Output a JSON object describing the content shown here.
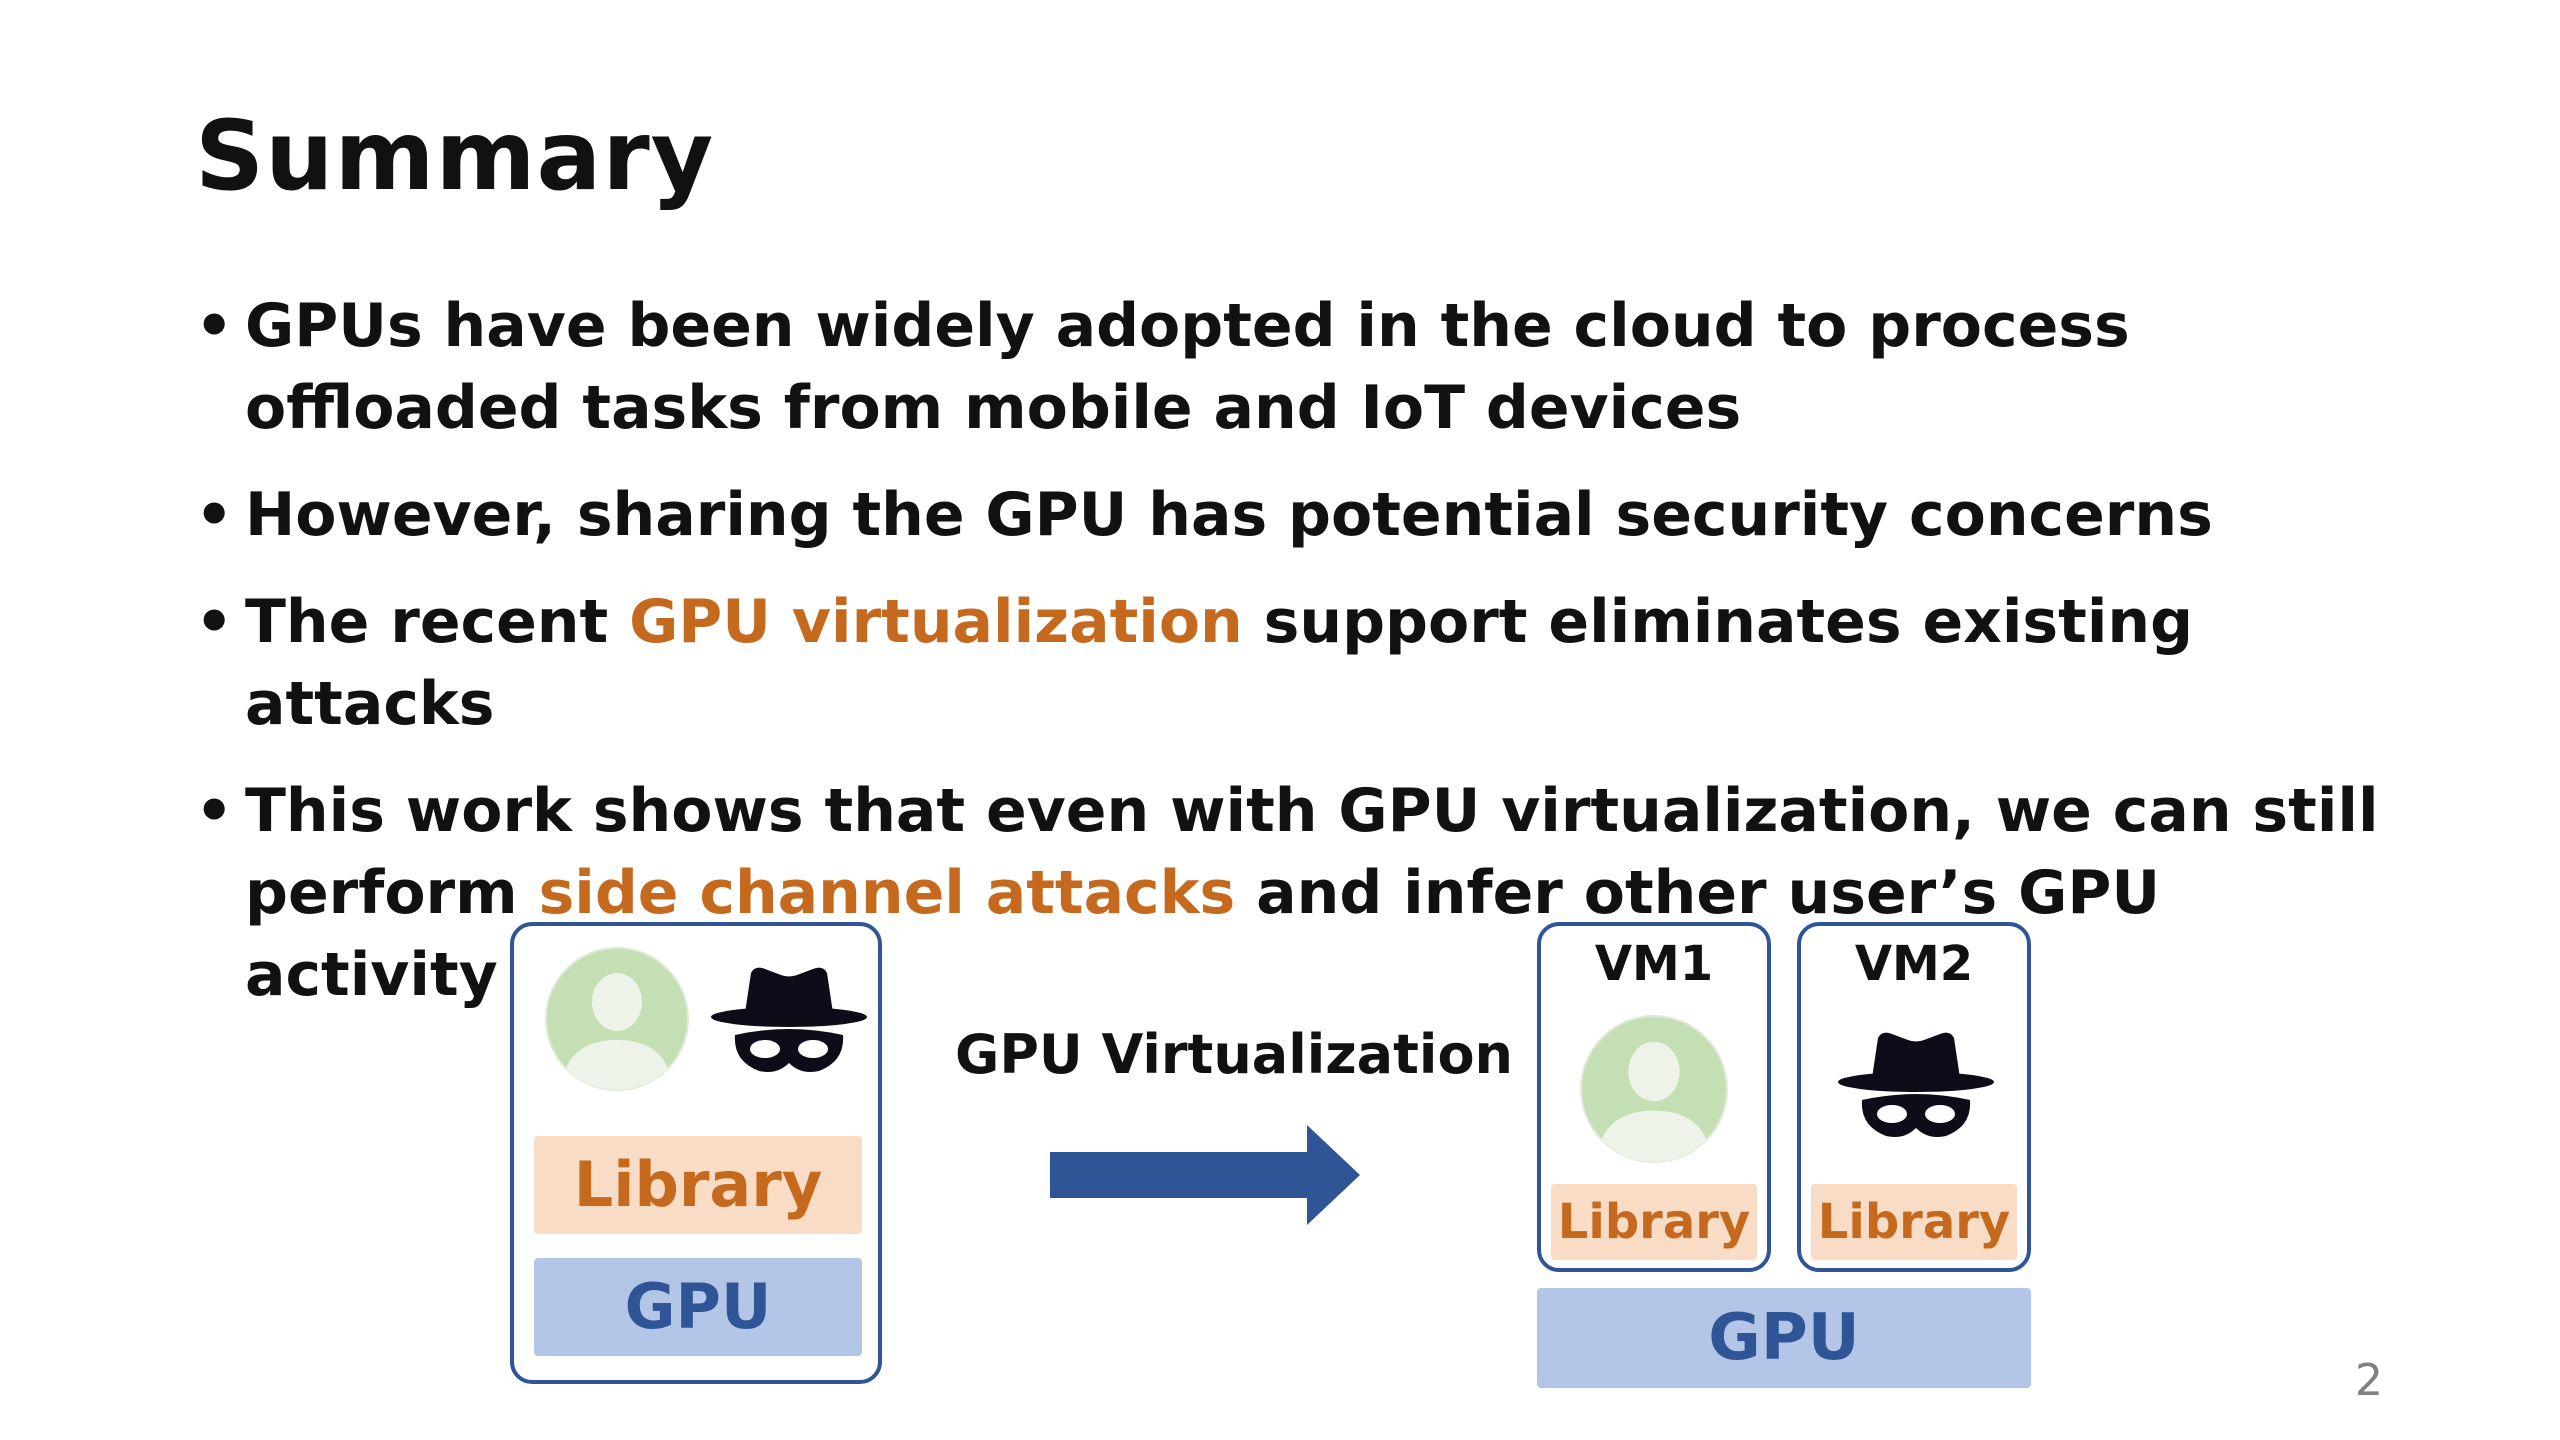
{
  "slide": {
    "title": "Summary",
    "bullets": [
      {
        "text": "GPUs have been widely adopted in the cloud to process offloaded tasks from mobile and IoT devices"
      },
      {
        "text": "However, sharing the GPU has potential security concerns"
      },
      {
        "before": "The recent ",
        "highlight": "GPU virtualization",
        "after": " support eliminates existing attacks"
      },
      {
        "before": "This work shows that even with GPU virtualization, we can still perform ",
        "highlight": "side channel attacks",
        "after": " and infer other user’s GPU activity"
      }
    ],
    "page_number": "2"
  },
  "diagram": {
    "left_panel": {
      "library_label": "Library",
      "gpu_label": "GPU"
    },
    "transition_label": "GPU Virtualization",
    "right_panel": {
      "vm1_label": "VM1",
      "vm2_label": "VM2",
      "vm1_library_label": "Library",
      "vm2_library_label": "Library",
      "gpu_label": "GPU"
    },
    "icons": [
      "user-icon",
      "spy-icon",
      "arrow-right-icon"
    ]
  },
  "colors": {
    "highlight": "#c5691e",
    "library_fill": "#f8dcc6",
    "gpu_fill": "#b4c6e7",
    "box_border": "#2f5597",
    "arrow": "#2f5597",
    "user_icon": "#c5dfb5"
  }
}
